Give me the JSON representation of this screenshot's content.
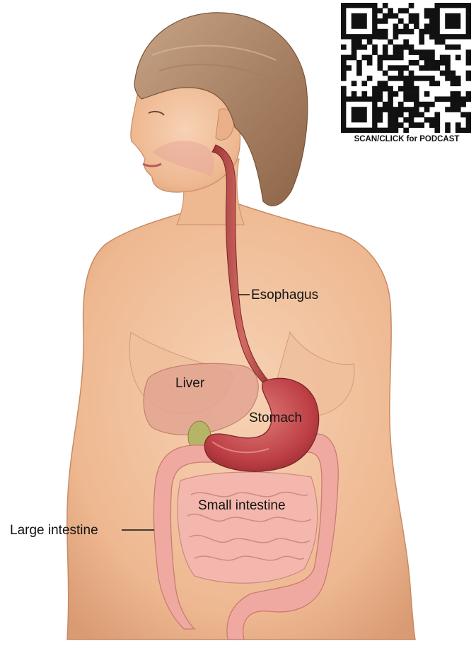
{
  "labels": {
    "esophagus": "Esophagus",
    "liver": "Liver",
    "stomach": "Stomach",
    "small_intestine": "Small intestine",
    "large_intestine": "Large intestine"
  },
  "qr": {
    "caption": "SCAN/CLICK for PODCAST"
  },
  "colors": {
    "skin": "#f2c3a0",
    "hair": "#b08766",
    "esophagus": "#b5484a",
    "stomach": "#c1474c",
    "intestine": "#eeaaa0",
    "liver": "#e0a393"
  }
}
